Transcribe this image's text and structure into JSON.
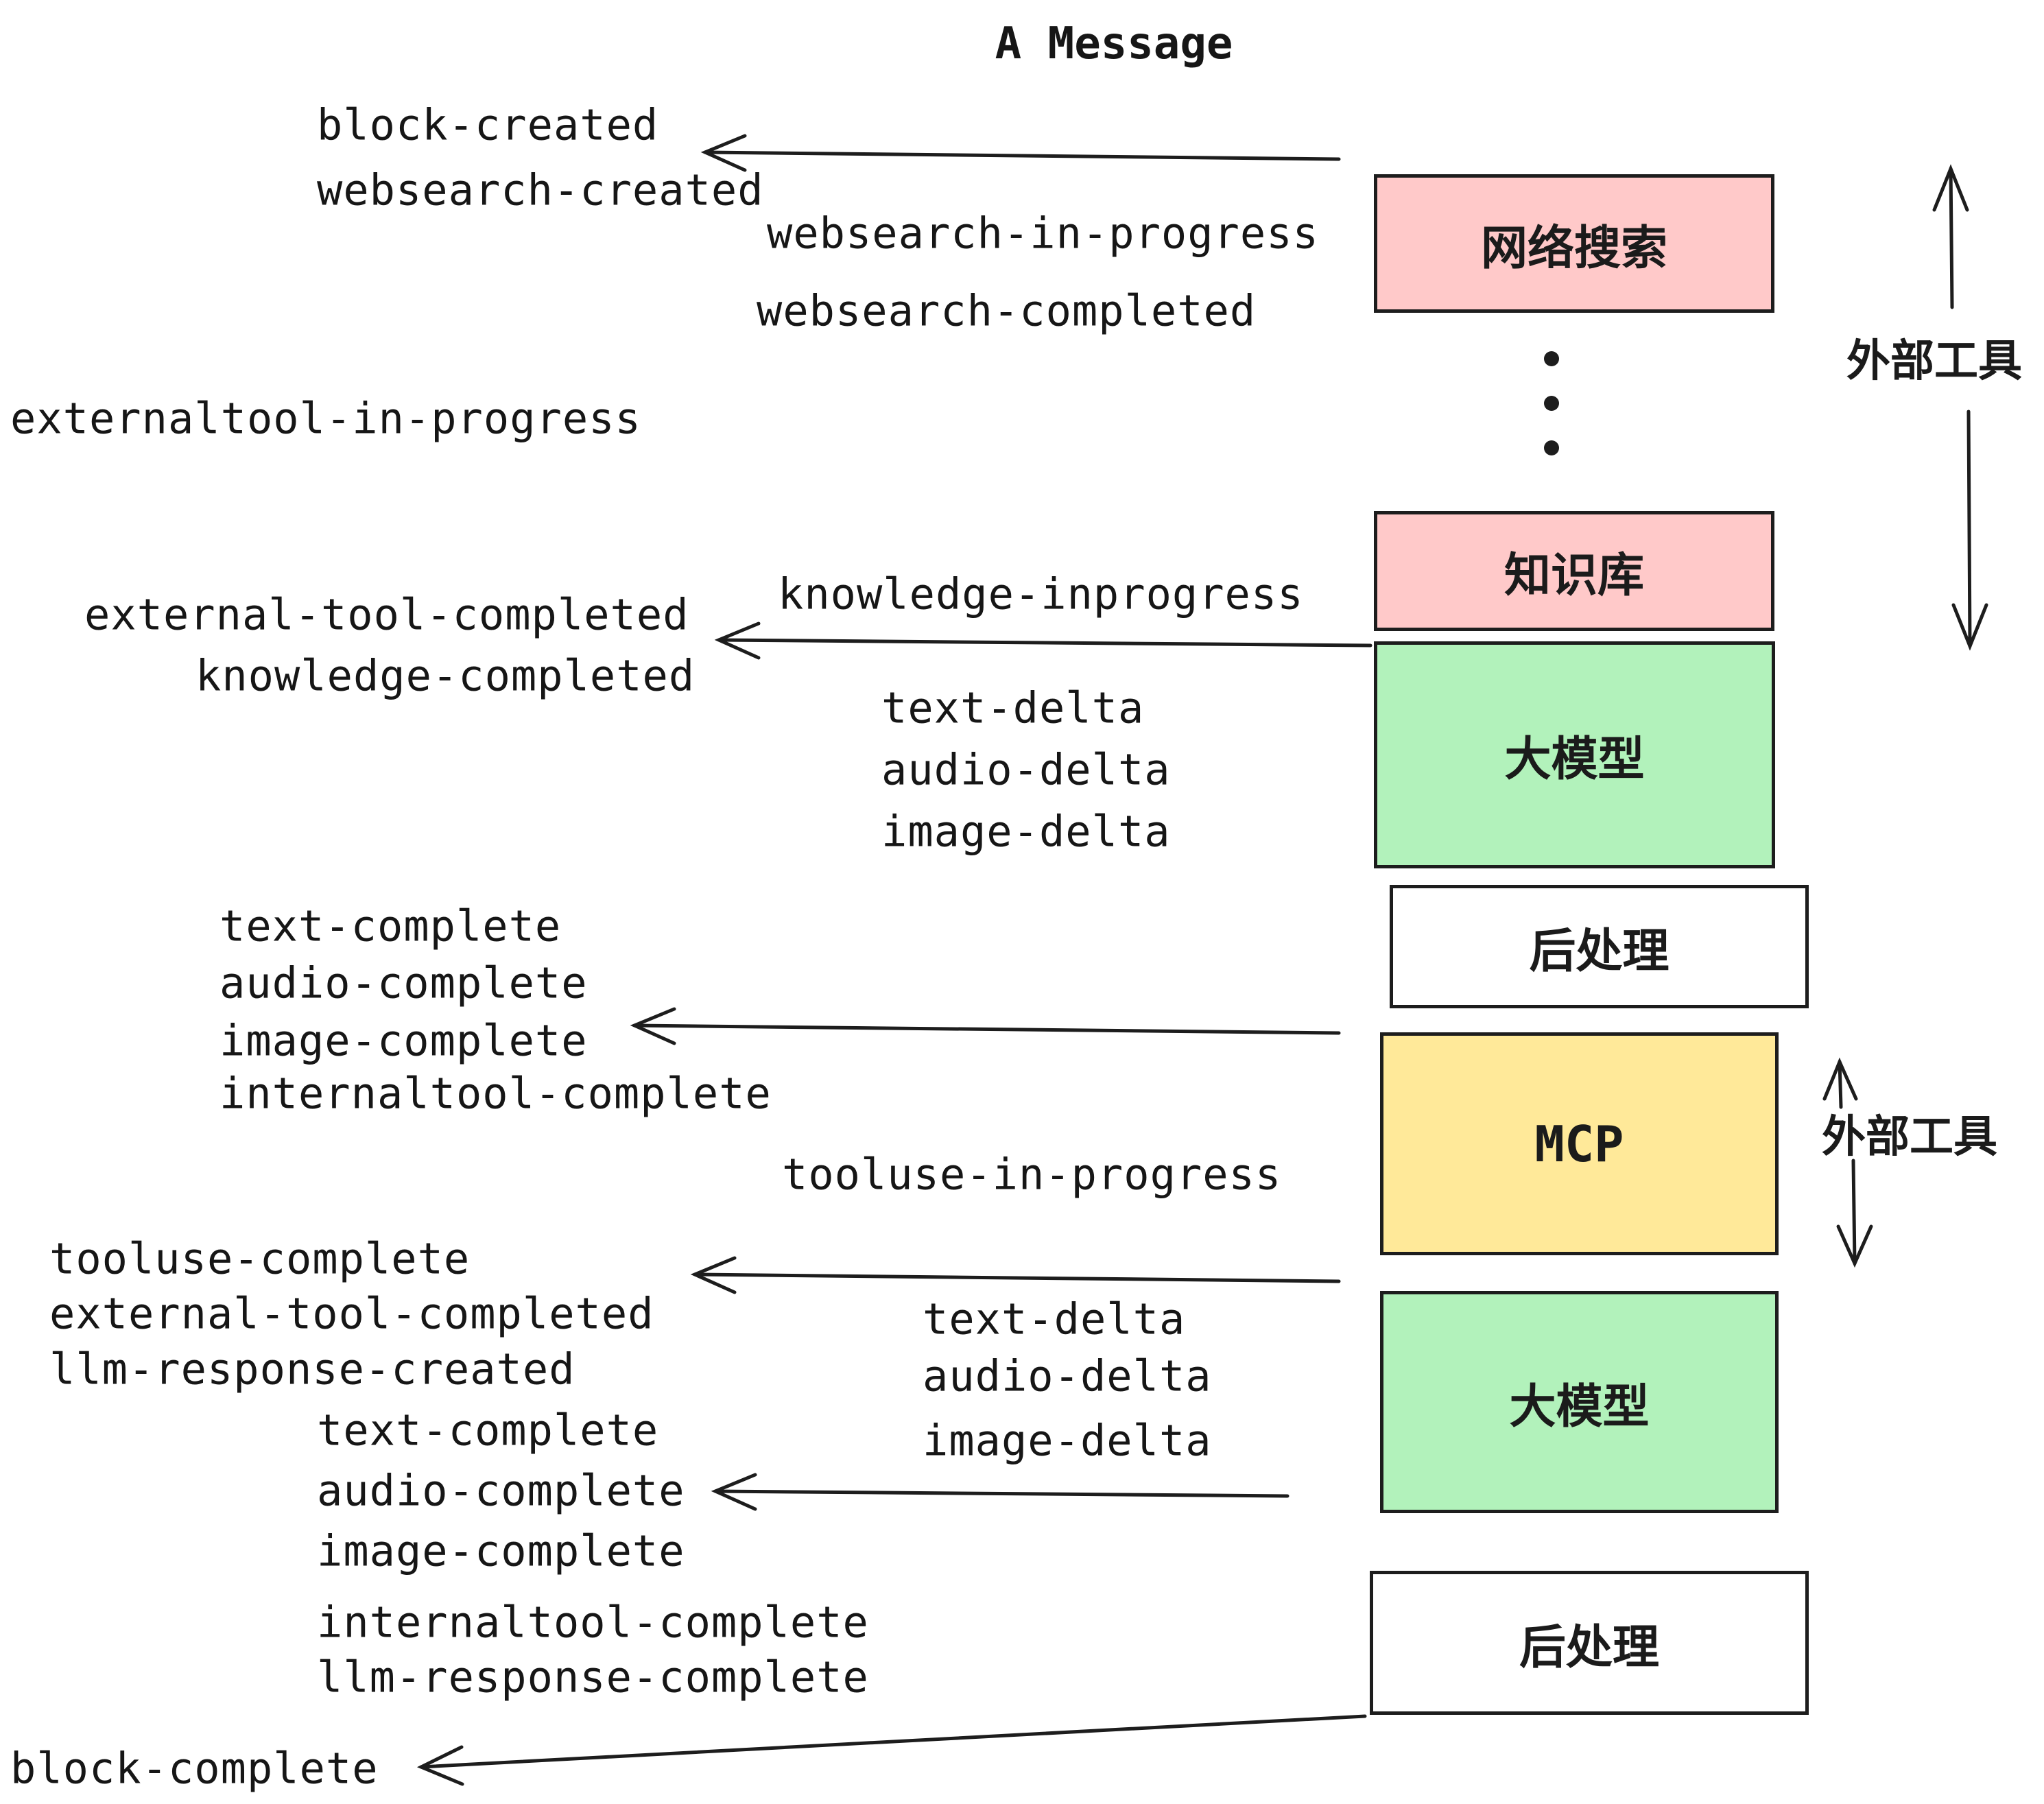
{
  "title": "A Message",
  "boxes": {
    "websearch": {
      "label": "网络搜索",
      "color": "#FFC9C9"
    },
    "knowledge": {
      "label": "知识库",
      "color": "#FFC9C9"
    },
    "llm_1": {
      "label": "大模型",
      "color": "#B2F2BB"
    },
    "postprocess_1": {
      "label": "后处理",
      "color": "#FFFFFF"
    },
    "mcp": {
      "label": "MCP",
      "color": "#FFE999"
    },
    "llm_2": {
      "label": "大模型",
      "color": "#B2F2BB"
    },
    "postprocess_2": {
      "label": "后处理",
      "color": "#FFFFFF"
    }
  },
  "side_labels": {
    "external_tools_top": "外部工具",
    "external_tools_mcp": "外部工具"
  },
  "events": {
    "block_created": "block-created",
    "websearch_created": "websearch-created",
    "websearch_in_progress": "websearch-in-progress",
    "websearch_completed": "websearch-completed",
    "externaltool_in_progress": "externaltool-in-progress",
    "knowledge_inprogress": "knowledge-inprogress",
    "external_tool_completed_1": "external-tool-completed",
    "knowledge_completed": "knowledge-completed",
    "text_delta_1": "text-delta",
    "audio_delta_1": "audio-delta",
    "image_delta_1": "image-delta",
    "text_complete_1": "text-complete",
    "audio_complete_1": "audio-complete",
    "image_complete_1": "image-complete",
    "internaltool_complete_1": "internaltool-complete",
    "tooluse_in_progress": "tooluse-in-progress",
    "tooluse_complete": "tooluse-complete",
    "external_tool_completed_2": "external-tool-completed",
    "llm_response_created": "llm-response-created",
    "text_delta_2": "text-delta",
    "audio_delta_2": "audio-delta",
    "image_delta_2": "image-delta",
    "text_complete_2": "text-complete",
    "audio_complete_2": "audio-complete",
    "image_complete_2": "image-complete",
    "internaltool_complete_2": "internaltool-complete",
    "llm_response_complete": "llm-response-complete",
    "block_complete": "block-complete"
  },
  "colors": {
    "pink": "#FFC9C9",
    "green": "#B2F2BB",
    "yellow": "#FFE999",
    "box_border": "#1D1D1D",
    "text": "#161616",
    "background": "#FFFFFF"
  }
}
